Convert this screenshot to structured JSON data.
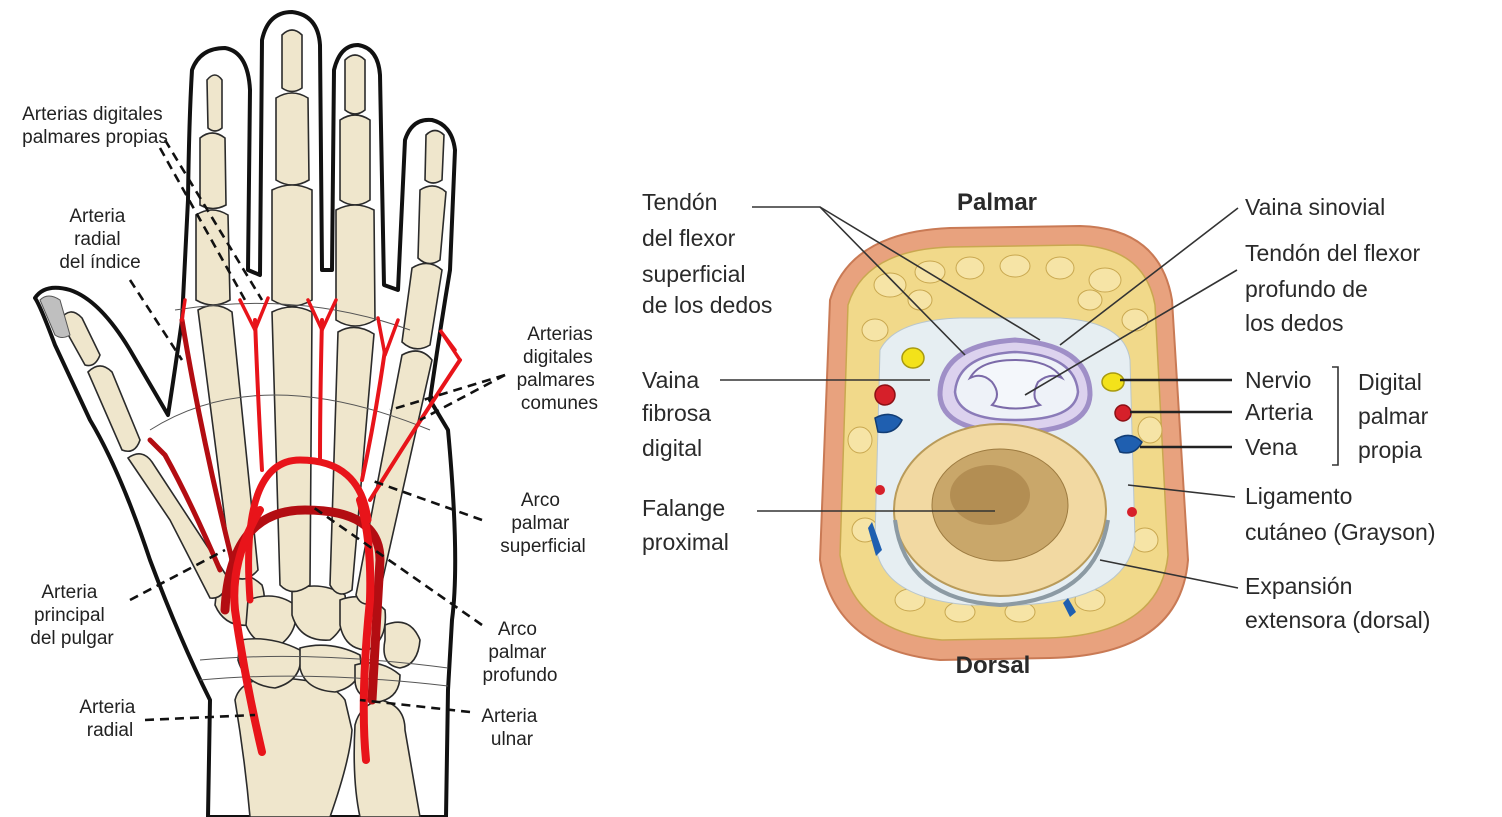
{
  "hand": {
    "labels": {
      "digitales_propias": [
        "Arterias digitales",
        "palmares propias"
      ],
      "radial_indice": [
        "Arteria",
        "radial",
        "del índice"
      ],
      "digitales_comunes": [
        "Arterias",
        "digitales",
        "palmares",
        "comunes"
      ],
      "arco_superficial": [
        "Arco",
        "palmar",
        "superficial"
      ],
      "principal_pulgar": [
        "Arteria",
        "principal",
        "del pulgar"
      ],
      "arco_profundo": [
        "Arco",
        "palmar",
        "profundo"
      ],
      "radial": [
        "Arteria",
        "radial"
      ],
      "ulnar": [
        "Arteria",
        "ulnar"
      ]
    },
    "colors": {
      "artery": "#e8141a",
      "deep_artery": "#b30d12",
      "bone": "#efe6cc",
      "outline": "#111111"
    }
  },
  "section": {
    "labels": {
      "palmar": "Palmar",
      "dorsal": "Dorsal",
      "tendon_superficial": [
        "Tendón",
        "del flexor",
        "superficial",
        "de los dedos"
      ],
      "vaina_fibrosa": [
        "Vaina",
        "fibrosa",
        "digital"
      ],
      "falange": [
        "Falange",
        "proximal"
      ],
      "vaina_sinovial": "Vaina sinovial",
      "tendon_profundo": [
        "Tendón del flexor",
        "profundo de",
        "los dedos"
      ],
      "nervio": "Nervio",
      "arteria": "Arteria",
      "vena": "Vena",
      "digital_group": [
        "Digital",
        "palmar",
        "propia"
      ],
      "ligamento": [
        "Ligamento",
        "cutáneo (Grayson)"
      ],
      "expansion": [
        "Expansión",
        "extensora (dorsal)"
      ]
    },
    "colors": {
      "skin": "#e8a27e",
      "fat": "#f1d98a",
      "nerve": "#f3e21a",
      "artery": "#d6202a",
      "vein": "#1f5fb0",
      "sheath": "#b8a8d6",
      "bone": "#f0d39a"
    }
  }
}
